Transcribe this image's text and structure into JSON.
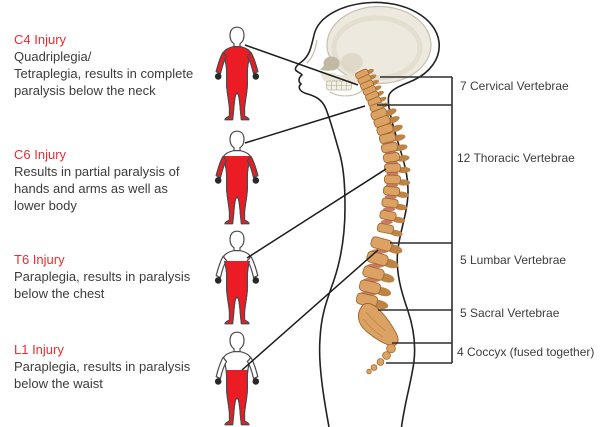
{
  "injuries": [
    {
      "level": "C4 Injury",
      "lines": [
        "Quadriplegia/",
        "Tetraplegia, results in complete",
        "paralysis below the neck"
      ]
    },
    {
      "level": "C6 Injury",
      "lines": [
        "Results in partial paralysis of",
        "hands and arms as well as",
        "lower body"
      ]
    },
    {
      "level": "T6 Injury",
      "lines": [
        "Paraplegia, results in paralysis",
        "below the chest"
      ]
    },
    {
      "level": "L1 Injury",
      "lines": [
        "Paraplegia, results in paralysis",
        "below the waist"
      ]
    }
  ],
  "vertebrae": [
    {
      "label": "7 Cervical Vertebrae"
    },
    {
      "label": "12 Thoracic Vertebrae"
    },
    {
      "label": "5 Lumbar Vertebrae"
    },
    {
      "label": "5 Sacral Vertebrae"
    },
    {
      "label": "4 Coccyx (fused together)"
    }
  ],
  "colors": {
    "injury_red": "#E62E33",
    "figure_red": "#EC1C24",
    "text": "#3C3C3C",
    "line": "#222222",
    "bracket": "#2E2E2E",
    "spine_tan": "#DBA264",
    "spine_outline": "#A06A32",
    "skull_beige": "#EDE9DF",
    "hand_dark": "#282828"
  }
}
